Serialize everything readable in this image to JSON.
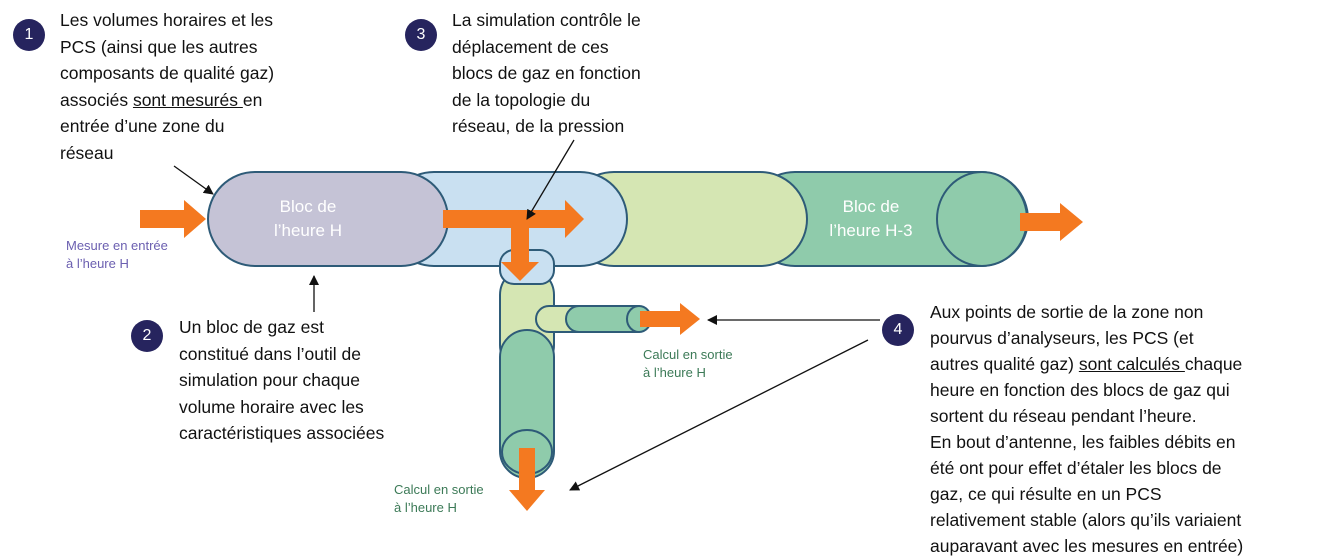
{
  "callout1": {
    "number": "1",
    "line1": "Les volumes horaires et les",
    "line2": "PCS (ainsi que les autres",
    "line3": "composants de qualité gaz)",
    "line4_pre": "associés ",
    "line4_u": "sont mesurés ",
    "line4_post": "en",
    "line5": "entrée d’une zone du",
    "line6": "réseau"
  },
  "callout2": {
    "number": "2",
    "lines": [
      "Un bloc de gaz est",
      "constitué dans l’outil de",
      "simulation pour chaque",
      "volume horaire avec les",
      "caractéristiques associées"
    ]
  },
  "callout3": {
    "number": "3",
    "lines": [
      "La simulation contrôle le",
      "déplacement de ces",
      "blocs de gaz en fonction",
      "de la topologie du",
      "réseau, de la pression"
    ]
  },
  "callout4": {
    "number": "4",
    "line1": "Aux points de sortie de la zone non",
    "line2": "pourvus d’analyseurs, les PCS (et",
    "line3_pre": "autres qualité gaz) ",
    "line3_u": "sont calculés ",
    "line3_post": "chaque",
    "lines_rest": [
      "heure en fonction des blocs de gaz qui",
      "sortent du réseau pendant l’heure.",
      "En bout d’antenne, les faibles débits en",
      "été ont pour effet d’étaler les blocs de",
      "gaz, ce qui résulte en un PCS",
      "relativement stable (alors qu’ils variaient",
      "auparavant avec les mesures en entrée)"
    ]
  },
  "blocks": {
    "h_line1": "Bloc de",
    "h_line2": "l’heure H",
    "h3_line1": "Bloc de",
    "h3_line2": "l’heure H-3"
  },
  "labels": {
    "input_line1": "Mesure en entrée",
    "input_line2": "à l’heure H",
    "output_mid_line1": "Calcul en sortie",
    "output_mid_line2": "à l’heure H",
    "output_bottom_line1": "Calcul en sortie",
    "output_bottom_line2": "à l’heure H"
  },
  "colors": {
    "badge": "#26245e",
    "arrow": "#f47920",
    "block_h": "#c5c3d6",
    "block_blue": "#c9e0f1",
    "block_lightgreen": "#d5e6b3",
    "block_green": "#8fcbab",
    "outline": "#2e5b78",
    "input_label": "#6b5fb0",
    "output_label": "#3c7a57"
  }
}
